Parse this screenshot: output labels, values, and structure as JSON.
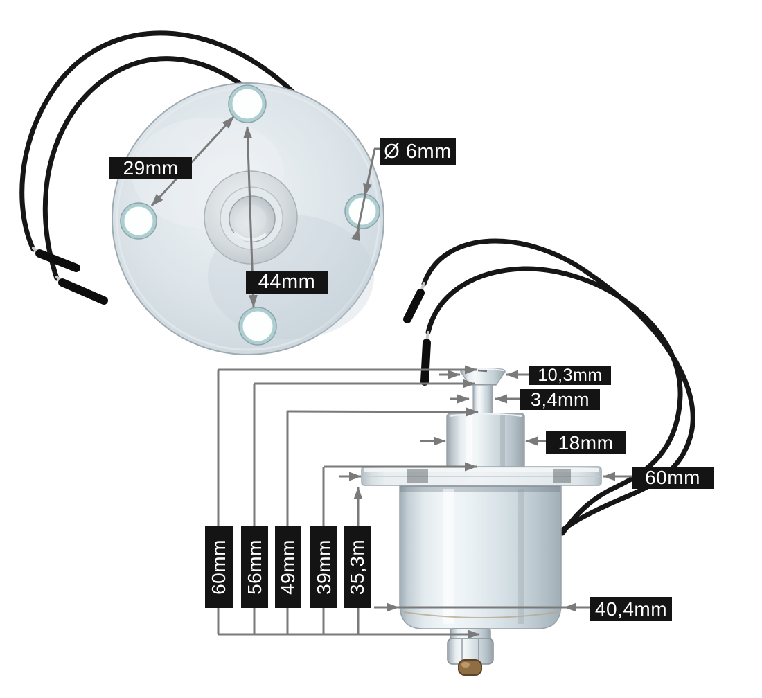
{
  "product_diagram": {
    "top_view": {
      "hole_spacing": "29mm",
      "hole_row_spacing": "44mm",
      "hole_diameter": "Ø 6mm"
    },
    "side_view": {
      "plunger_cap_diameter": "10,3mm",
      "plunger_stem_diameter": "3,4mm",
      "pole_diameter": "18mm",
      "flange_diameter": "60mm",
      "body_diameter": "40,4mm",
      "total_height": "60mm",
      "height_to_cap_base": "56mm",
      "height_to_pole_top": "49mm",
      "height_to_flange_top": "39mm",
      "height_below_flange": "35,3m"
    },
    "colors": {
      "annotation_box": "#141414",
      "annotation_text": "#ffffff",
      "dimension_line": "#7a7a7a",
      "wire": "#161616",
      "background": "#ffffff"
    }
  }
}
